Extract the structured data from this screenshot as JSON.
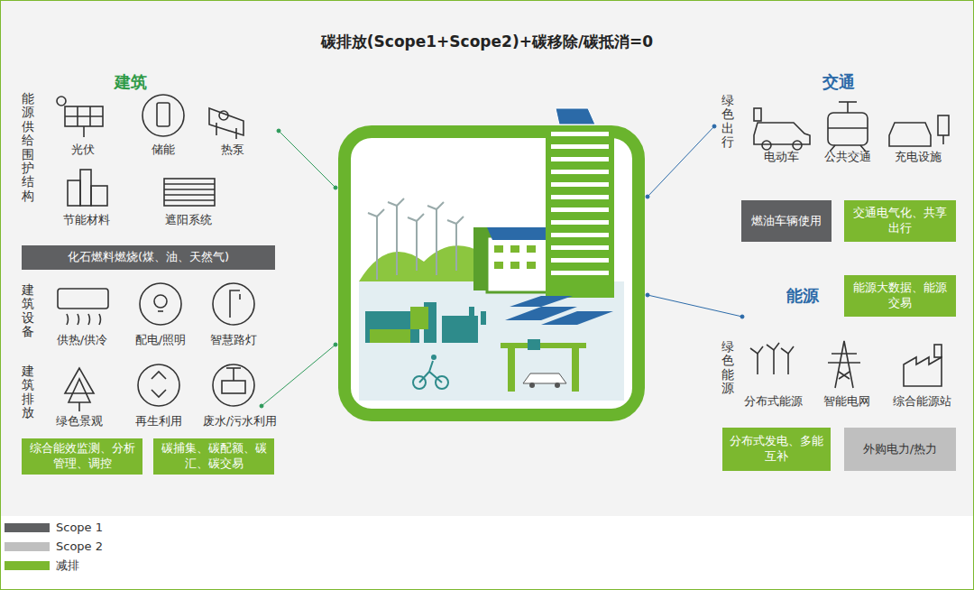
{
  "diagram": {
    "title": "碳排放(Scope1+Scope2)+碳移除/碳抵消=0",
    "nodes": [
      {
        "text": [
          "化石燃料燃烧(煤、油、天然气)"
        ]
      },
      {
        "text": [
          "综合能效监测、分析管理、调控"
        ]
      },
      {
        "text": [
          "碳捕集、碳配额、碳汇、碳交易"
        ]
      },
      {
        "text": [
          "燃油车辆使用"
        ]
      },
      {
        "text": [
          "交通电气化、共享出行"
        ]
      },
      {
        "text": [
          "能源大数据、能源交易"
        ]
      },
      {
        "text": [
          "分布式发电、多能互补"
        ]
      },
      {
        "text": [
          "外购电力/热力"
        ]
      }
    ],
    "labels": [
      "建筑",
      "能源供给围护结构",
      "光伏",
      "储能",
      "热泵",
      "节能材料",
      "遮阳系统",
      "建筑设备",
      "供热/供冷",
      "配电/照明",
      "智慧路灯",
      "建筑排放",
      "绿色景观",
      "再生利用",
      "废水/污水利用",
      "交通",
      "绿色出行",
      "电动车",
      "公共交通",
      "充电设施",
      "能源",
      "绿色能源",
      "分布式能源",
      "智能电网",
      "综合能源站"
    ],
    "legend": [
      {
        "text": "Scope 1",
        "color": "#5f6062"
      },
      {
        "text": "Scope 2",
        "color": "#bfbfbf"
      },
      {
        "text": "减排",
        "color": "#7cb82f"
      }
    ]
  }
}
